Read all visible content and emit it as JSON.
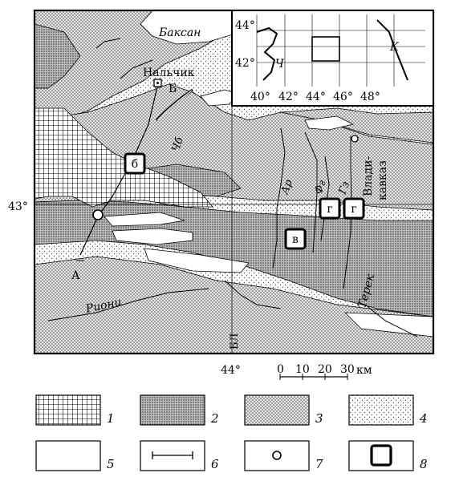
{
  "rivers": {
    "baksan": "Баксан",
    "chb": "Чб",
    "ar": "Ар",
    "fg": "Фг",
    "gz": "Гз",
    "rioni": "Риони",
    "terek": "Терек"
  },
  "cities": {
    "nalchik": "Нальчик",
    "vladikavkaz_1": "Влади-",
    "vladikavkaz_2": "кавказ"
  },
  "fault_label": "БЛ",
  "profile": {
    "start": "А",
    "end": "Б"
  },
  "sites": {
    "b": "б",
    "v": "в",
    "g1": "г",
    "g2": "г"
  },
  "grid": {
    "lat_43": "43°",
    "lon_44": "44°"
  },
  "inset": {
    "lat_44": "44°",
    "lat_42": "42°",
    "sea_ch": "Ч",
    "sea_k": "К",
    "lon_labels": [
      "40°",
      "42°",
      "44°",
      "46°",
      "48°"
    ]
  },
  "scale_bar": {
    "ticks": [
      "0",
      "10",
      "20",
      "30"
    ],
    "unit": "км"
  },
  "legend": [
    {
      "num": "1",
      "symbol": "grid-hatch"
    },
    {
      "num": "2",
      "symbol": "dense-dots"
    },
    {
      "num": "3",
      "symbol": "medium-dots"
    },
    {
      "num": "4",
      "symbol": "sparse-dots"
    },
    {
      "num": "5",
      "symbol": "blank"
    },
    {
      "num": "6",
      "symbol": "profile-line"
    },
    {
      "num": "7",
      "symbol": "circle"
    },
    {
      "num": "8",
      "symbol": "thick-square"
    }
  ]
}
